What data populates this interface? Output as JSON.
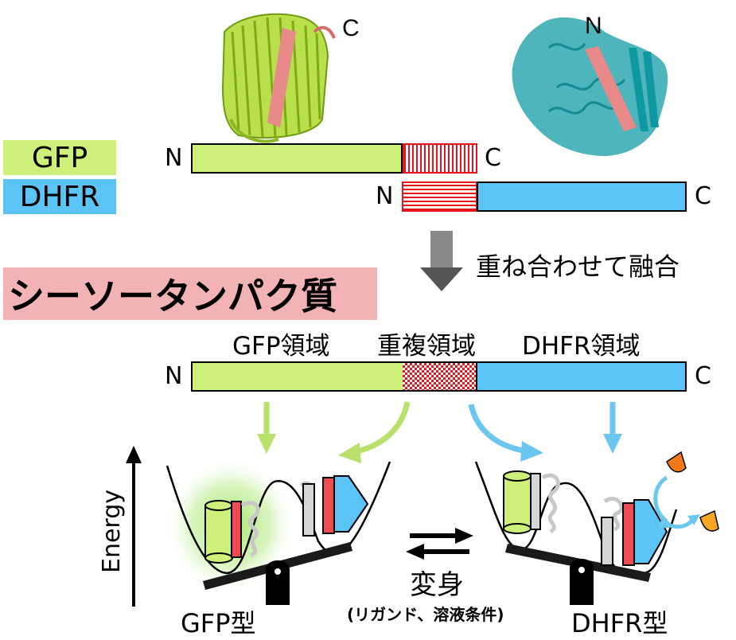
{
  "legend": {
    "gfp": "GFP",
    "dhfr": "DHFR"
  },
  "colors": {
    "gfp": "#ccf07a",
    "dhfr": "#5bc4f4",
    "overlap": "#e8141c",
    "title_bg": "#f2b3b5"
  },
  "structures": {
    "gfp_terminal": "C",
    "dhfr_terminal": "N"
  },
  "gfp_bar": {
    "n": "N",
    "c": "C"
  },
  "dhfr_bar": {
    "n": "N",
    "c": "C"
  },
  "step_label": "重ね合わせて融合",
  "title": "シーソータンパク質",
  "regions": {
    "gfp": "GFP領域",
    "overlap": "重複領域",
    "dhfr": "DHFR領域"
  },
  "fused_bar": {
    "n": "N",
    "c": "C"
  },
  "energy_axis": "Energy",
  "state_left": "GFP型",
  "state_right": "DHFR型",
  "transform": {
    "label": "変身",
    "condition": "(リガンド、溶液条件)"
  }
}
